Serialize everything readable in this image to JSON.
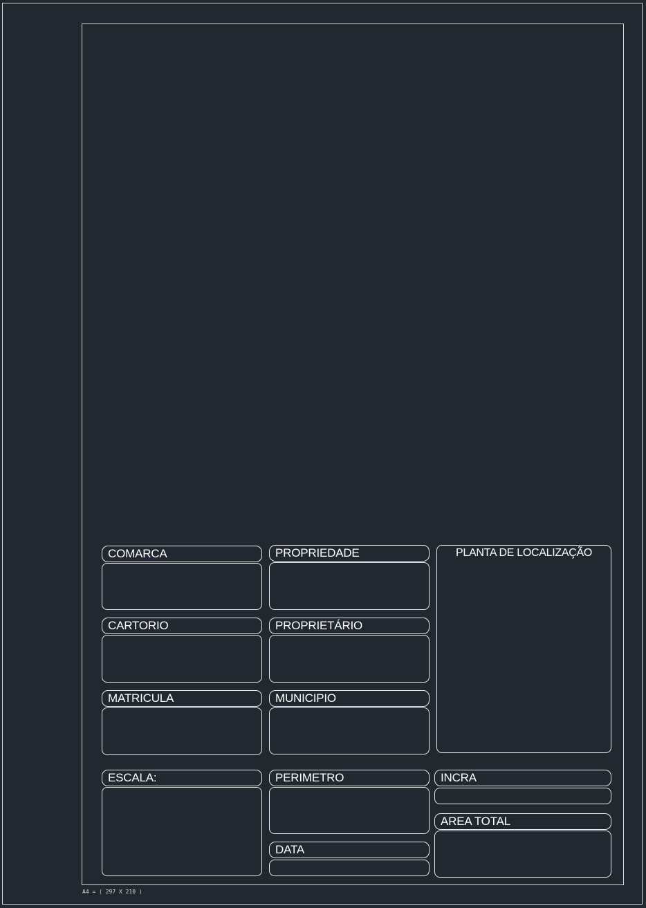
{
  "sheet": {
    "footer_note": "A4 = ( 297 X 210 )"
  },
  "title_block": {
    "comarca": "COMARCA",
    "propriedade": "PROPRIEDADE",
    "planta_localizacao": "PLANTA DE LOCALIZAÇÃO",
    "cartorio": "CARTORIO",
    "proprietario": "PROPRIETÁRIO",
    "matricula": "MATRICULA",
    "municipio": "MUNICIPIO",
    "escala": "ESCALA:",
    "perimetro": "PERIMETRO",
    "incra": "INCRA",
    "area_total": "AREA TOTAL",
    "data": "DATA"
  },
  "colors": {
    "background": "#212830",
    "line": "#e8eaec"
  }
}
